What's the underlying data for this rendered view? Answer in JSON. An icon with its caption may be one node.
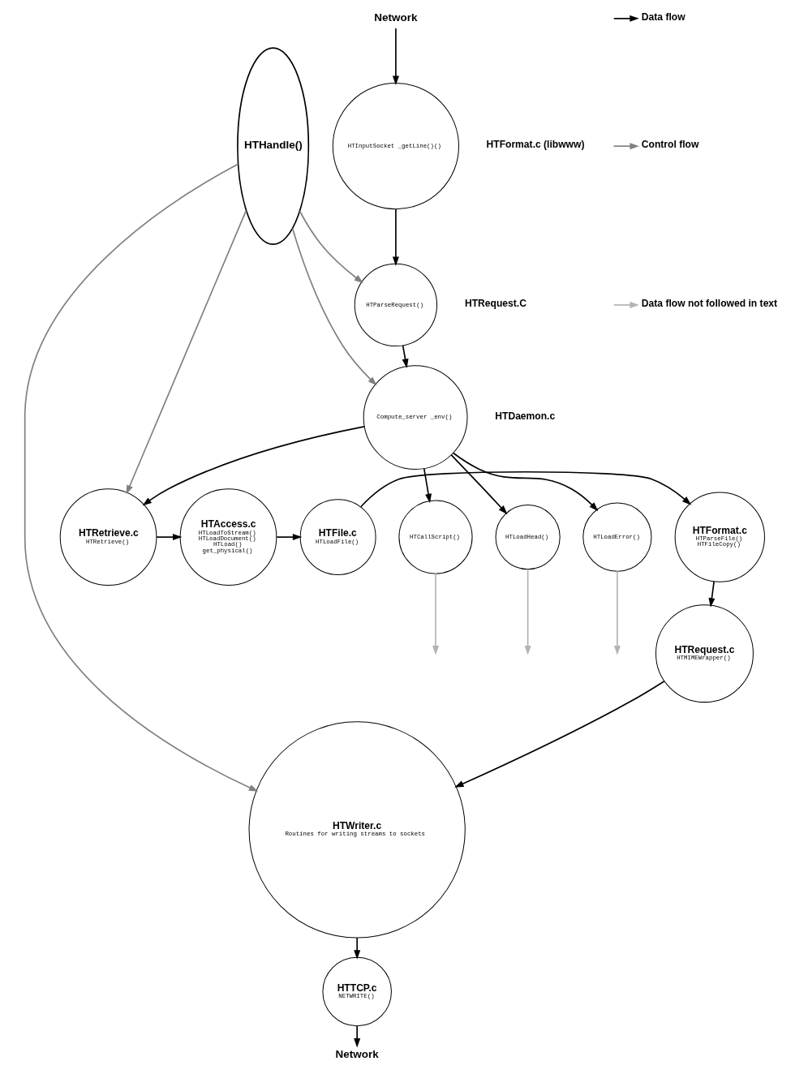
{
  "diagram": {
    "nodes": [
      {
        "text": [
          "HTLoadError()"
        ]
      },
      {
        "text": [
          "HTCallScript()"
        ]
      },
      {
        "text": [
          "HTLoadHead()"
        ]
      },
      {
        "text": [
          "HTRetrieve.c",
          "HTRetrieve()"
        ]
      },
      {
        "text": [
          "HTAccess.c",
          "HTLoadToStream()",
          "HTLoadDocument()",
          "HTLoad()",
          "get_physical()"
        ]
      },
      {
        "text": [
          "HTFile.c",
          "HTLoadFile()"
        ]
      },
      {
        "text": [
          "HTFormat.c",
          "HTParseFile()",
          "HTFileCopy()"
        ]
      },
      {
        "text": [
          "HTRequest.c",
          "HTMIMEWrapper()"
        ]
      },
      {
        "text": [
          "HTWriter.c",
          "Routines for writing streams to sockets"
        ]
      },
      {
        "text": [
          "HTTCP.c",
          "NETWRITE()"
        ]
      },
      {
        "text": [
          "Network"
        ]
      },
      {
        "text": [
          "Compute_server _env()"
        ],
        "beside": [
          "HTDaemon.c"
        ]
      },
      {
        "text": [
          "HTParseRequest()"
        ],
        "beside": [
          "HTRequest.C"
        ]
      },
      {
        "text": [
          "HTInputSocket _getLine()()"
        ],
        "beside": [
          "HTFormat.c (libwww)"
        ]
      },
      {
        "text": [
          "Network"
        ]
      },
      {
        "text": [
          "HTHandle()"
        ]
      }
    ],
    "edges": [
      {
        "from": 11,
        "to": 0,
        "arrow": "to"
      },
      {
        "from": 11,
        "to": 1,
        "arrow": "to"
      },
      {
        "from": 11,
        "to": 2,
        "arrow": "to"
      },
      {
        "from": 0,
        "to": null,
        "arrow": "to",
        "color": "#b3b3b3"
      },
      {
        "from": 1,
        "to": null,
        "arrow": "to",
        "color": "#b3b3b3"
      },
      {
        "from": 2,
        "to": null,
        "arrow": "to",
        "color": "#b3b3b3"
      },
      {
        "from": 3,
        "to": 4,
        "arrow": "to"
      },
      {
        "from": 4,
        "to": 5,
        "arrow": "to"
      },
      {
        "from": 5,
        "to": 6,
        "arrow": "to"
      },
      {
        "from": 6,
        "to": 7,
        "arrow": "to"
      },
      {
        "from": 7,
        "to": 8,
        "arrow": "to"
      },
      {
        "from": 8,
        "to": 9,
        "arrow": "to"
      },
      {
        "from": 9,
        "to": 10,
        "arrow": "to"
      },
      {
        "from": 11,
        "to": 3,
        "arrow": "to"
      },
      {
        "from": 12,
        "to": 11,
        "arrow": "to"
      },
      {
        "from": 13,
        "to": 12,
        "arrow": "to"
      },
      {
        "from": 14,
        "to": 13,
        "arrow": "to"
      },
      {
        "from": 15,
        "to": 3,
        "arrow": "to",
        "color": "#808080"
      },
      {
        "from": 15,
        "to": 11,
        "arrow": "to",
        "color": "#808080"
      },
      {
        "from": 15,
        "to": 12,
        "arrow": "to",
        "color": "#808080"
      },
      {
        "from": 15,
        "to": 8,
        "arrow": "to",
        "color": "#808080"
      }
    ],
    "legend": [
      {
        "text": "Data flow"
      },
      {
        "text": "Control flow"
      },
      {
        "text": "Data flow not followed in text"
      }
    ]
  }
}
